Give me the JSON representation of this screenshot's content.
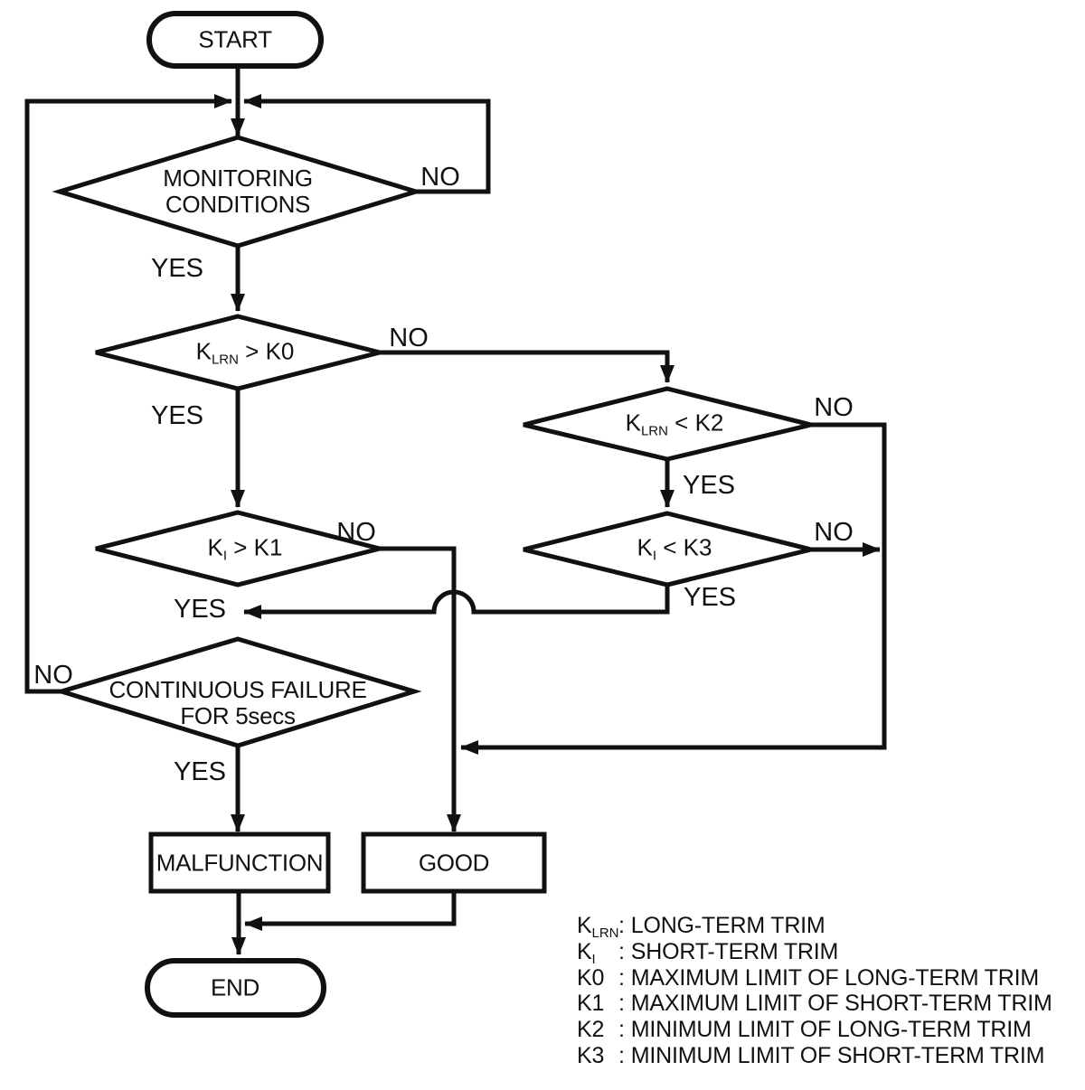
{
  "nodes": {
    "start": {
      "label": "START"
    },
    "monitoring": {
      "line1": "MONITORING",
      "line2": "CONDITIONS"
    },
    "klrn_k0": {
      "base": "K",
      "sub": "LRN",
      "rest": " > K0"
    },
    "ki_k1": {
      "base": "K",
      "sub": "I",
      "rest": " > K1"
    },
    "klrn_k2": {
      "base": "K",
      "sub": "LRN",
      "rest": " < K2"
    },
    "ki_k3": {
      "base": "K",
      "sub": "I",
      "rest": " < K3"
    },
    "continuous_failure": {
      "line1": "CONTINUOUS FAILURE",
      "line2": "FOR 5secs"
    },
    "malfunction": {
      "label": "MALFUNCTION"
    },
    "good": {
      "label": "GOOD"
    },
    "end": {
      "label": "END"
    }
  },
  "edge_labels": {
    "monitoring_no": "NO",
    "monitoring_yes": "YES",
    "klrn_k0_no": "NO",
    "klrn_k0_yes": "YES",
    "ki_k1_no": "NO",
    "ki_k1_yes": "YES",
    "klrn_k2_no": "NO",
    "klrn_k2_yes": "YES",
    "ki_k3_no": "NO",
    "ki_k3_yes": "YES",
    "continuous_failure_no": "NO",
    "continuous_failure_yes": "YES"
  },
  "legend": {
    "items": [
      {
        "k": "K",
        "sub": "LRN",
        "colon": ":",
        "desc": "LONG-TERM TRIM"
      },
      {
        "k": "K",
        "sub": "I",
        "colon": ":",
        "desc": "SHORT-TERM TRIM"
      },
      {
        "k": "K0",
        "sub": "",
        "colon": ":",
        "desc": "MAXIMUM LIMIT OF LONG-TERM TRIM"
      },
      {
        "k": "K1",
        "sub": "",
        "colon": ":",
        "desc": "MAXIMUM LIMIT OF SHORT-TERM TRIM"
      },
      {
        "k": "K2",
        "sub": "",
        "colon": ":",
        "desc": "MINIMUM LIMIT OF LONG-TERM TRIM"
      },
      {
        "k": "K3",
        "sub": "",
        "colon": ":",
        "desc": "MINIMUM LIMIT OF SHORT-TERM TRIM"
      }
    ]
  },
  "colors": {
    "line": "#111111",
    "background": "#ffffff"
  }
}
